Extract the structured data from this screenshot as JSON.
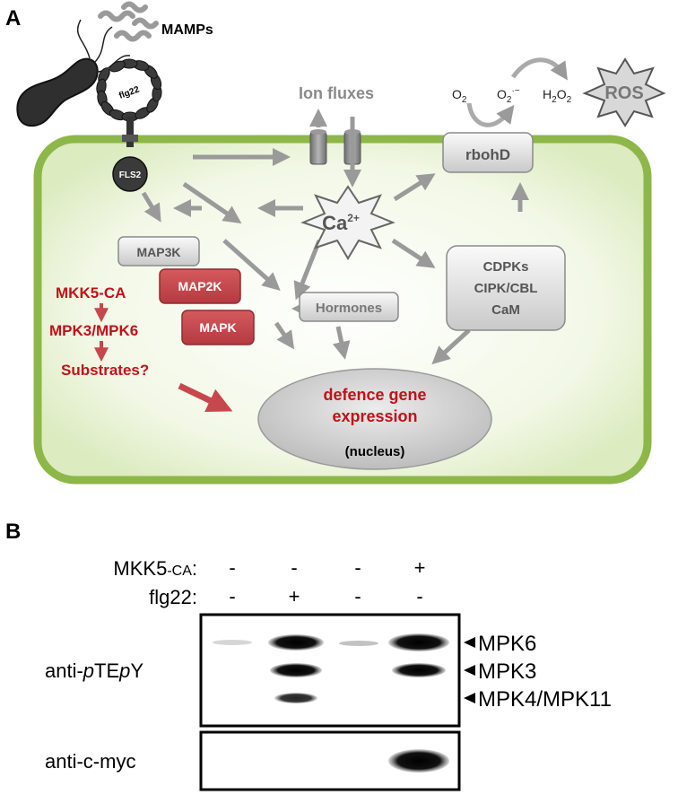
{
  "panel_a": {
    "panel_letter": "A",
    "mamps": "MAMPs",
    "flg22": "flg22",
    "fls2": "FLS2",
    "ion_fluxes": "Ion fluxes",
    "ca_main": "Ca",
    "ca_sup": "2+",
    "rbohd": "rbohD",
    "o2_a": "O",
    "o2_a_sub": "2",
    "o2_b": "O",
    "o2_b_sub": "2",
    "o2_b_sup": "·−",
    "h2o2_h": "H",
    "h2o2_h_sub": "2",
    "h2o2_o": "O",
    "h2o2_o_sub": "2",
    "ros": "ROS",
    "map3k": "MAP3K",
    "map2k": "MAP2K",
    "mapk": "MAPK",
    "mkk5_ca": "MKK5-CA",
    "mpk3_mpk6": "MPK3/MPK6",
    "substrates": "Substrates?",
    "hormones": "Hormones",
    "cdpks_line1": "CDPKs",
    "cdpks_line2": "CIPK/CBL",
    "cdpks_line3": "CaM",
    "defence_line1": "defence gene",
    "defence_line2": "expression",
    "nucleus": "(nucleus)"
  },
  "panel_b": {
    "panel_letter": "B",
    "row1_label_main": "MKK5",
    "row1_label_suffix": "-CA",
    "row1_colon": ":",
    "row2_label": "flg22:",
    "row1_signs": [
      "-",
      "-",
      "-",
      "+"
    ],
    "row2_signs": [
      "-",
      "+",
      "-",
      "-"
    ],
    "antibody1_prefix": "anti-",
    "antibody1_p1": "p",
    "antibody1_mid": "TE",
    "antibody1_p2": "p",
    "antibody1_end": "Y",
    "antibody2": "anti-c-myc",
    "band_labels": [
      "MPK6",
      "MPK3",
      "MPK4/MPK11"
    ]
  },
  "colors": {
    "cell_fill": "#e9f3d8",
    "cell_border": "#8db748",
    "arrow_gray": "#9a9a9a",
    "red_text": "#c0121a",
    "red_box": "#c8474c",
    "gray_text": "#8a8a8a"
  }
}
